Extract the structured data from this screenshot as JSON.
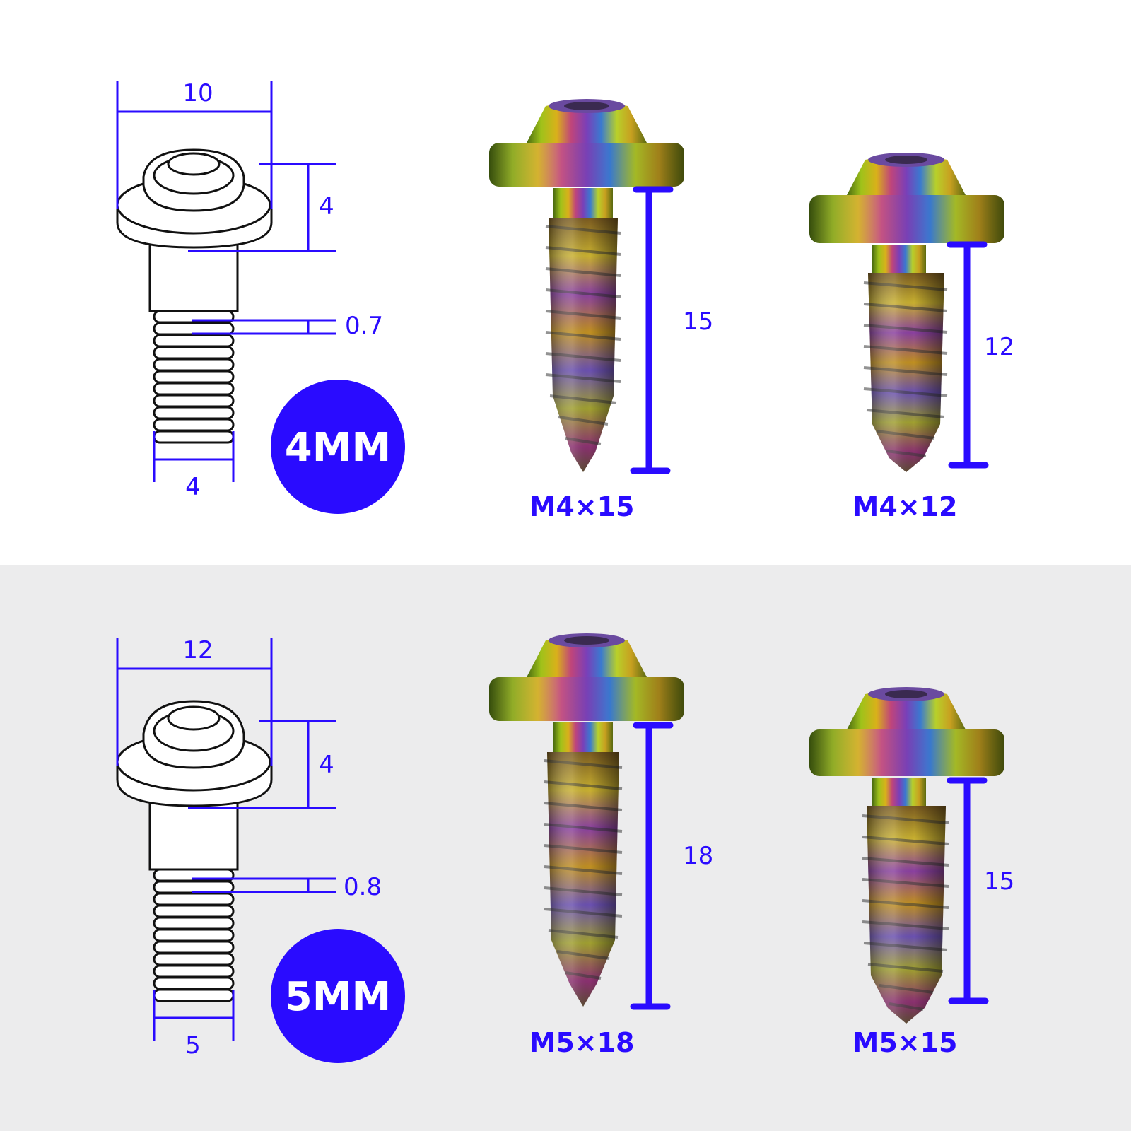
{
  "colors": {
    "accent": "#2a0bff",
    "top_background": "#ffffff",
    "bottom_background": "#ececed",
    "outline": "#111111"
  },
  "sections": [
    {
      "badge": "4MM",
      "drawing": {
        "head_width": "10",
        "head_height": "4",
        "thread_pitch": "0.7",
        "diameter": "4"
      },
      "screws": [
        {
          "model": "M4×15",
          "length": "15"
        },
        {
          "model": "M4×12",
          "length": "12"
        }
      ]
    },
    {
      "badge": "5MM",
      "drawing": {
        "head_width": "12",
        "head_height": "4",
        "thread_pitch": "0.8",
        "diameter": "5"
      },
      "screws": [
        {
          "model": "M5×18",
          "length": "18"
        },
        {
          "model": "M5×15",
          "length": "15"
        }
      ]
    }
  ]
}
